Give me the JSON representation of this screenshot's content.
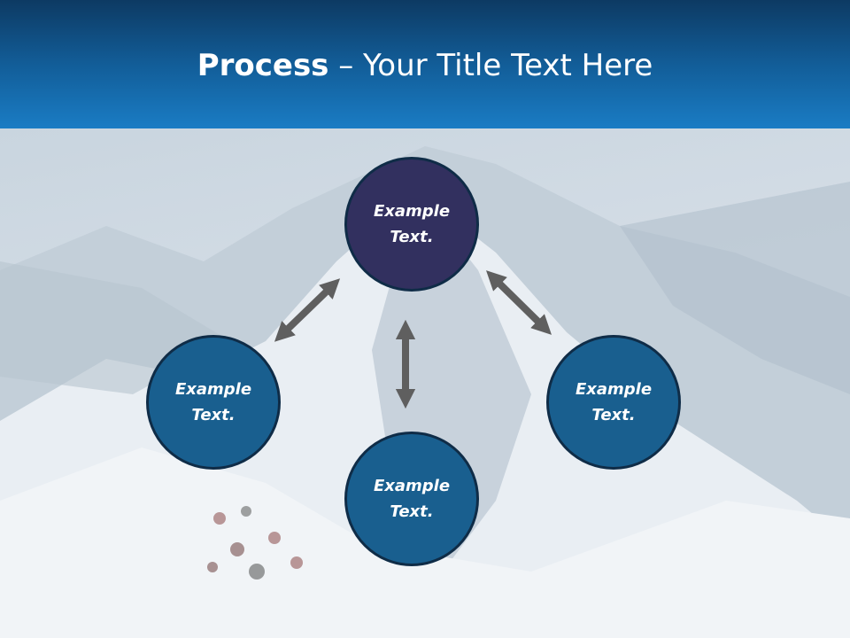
{
  "slide": {
    "title_bold": "Process",
    "title_rest": " – Your Title Text Here"
  },
  "nodes": [
    {
      "line1": "Example",
      "line2": "Text."
    },
    {
      "line1": "Example",
      "line2": "Text."
    },
    {
      "line1": "Example",
      "line2": "Text."
    },
    {
      "line1": "Example",
      "line2": "Text."
    }
  ],
  "colors": {
    "header_top": "#0d3a63",
    "header_bottom": "#1a7cc4",
    "center_circle": "#32305f",
    "outer_circle": "#195f8f",
    "arrow": "#5f5f5f"
  }
}
